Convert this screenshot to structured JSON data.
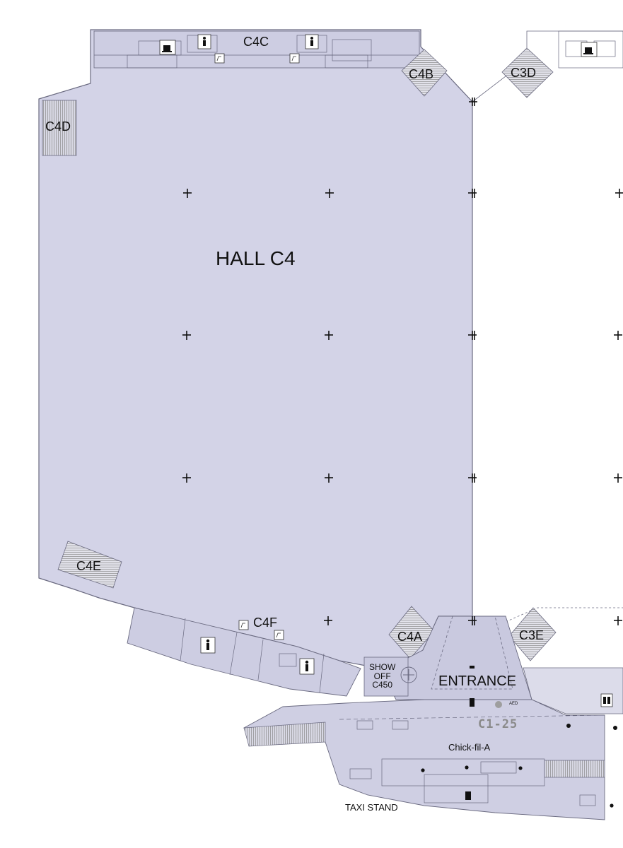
{
  "map": {
    "hall_label": "HALL C4",
    "meeting_rooms": {
      "c4a": "C4A",
      "c4b": "C4B",
      "c4c": "C4C",
      "c4d": "C4D",
      "c4e": "C4E",
      "c4f": "C4F",
      "c3d": "C3D",
      "c3e": "C3E"
    },
    "entrance_label": "ENTRANCE",
    "show_office": {
      "line1": "SHOW",
      "line2": "OFF",
      "line3": "C450"
    },
    "gate_label": "C1-25",
    "restaurant_label": "Chick-fil-A",
    "taxi_label": "TAXI STAND",
    "aed_label": "AED",
    "icons": [
      "restroom-women-icon",
      "restroom-men-icon",
      "drinking-fountain-icon",
      "coffee-icon",
      "elevator-icon",
      "first-aid-icon",
      "aed-icon",
      "column-marker-icon"
    ],
    "colors": {
      "hall_fill": "#d3d3e7",
      "concourse_fill": "#cfcfe3",
      "line": "#6a6a80",
      "hatch": "#8a8a8a",
      "background": "#ffffff"
    }
  }
}
